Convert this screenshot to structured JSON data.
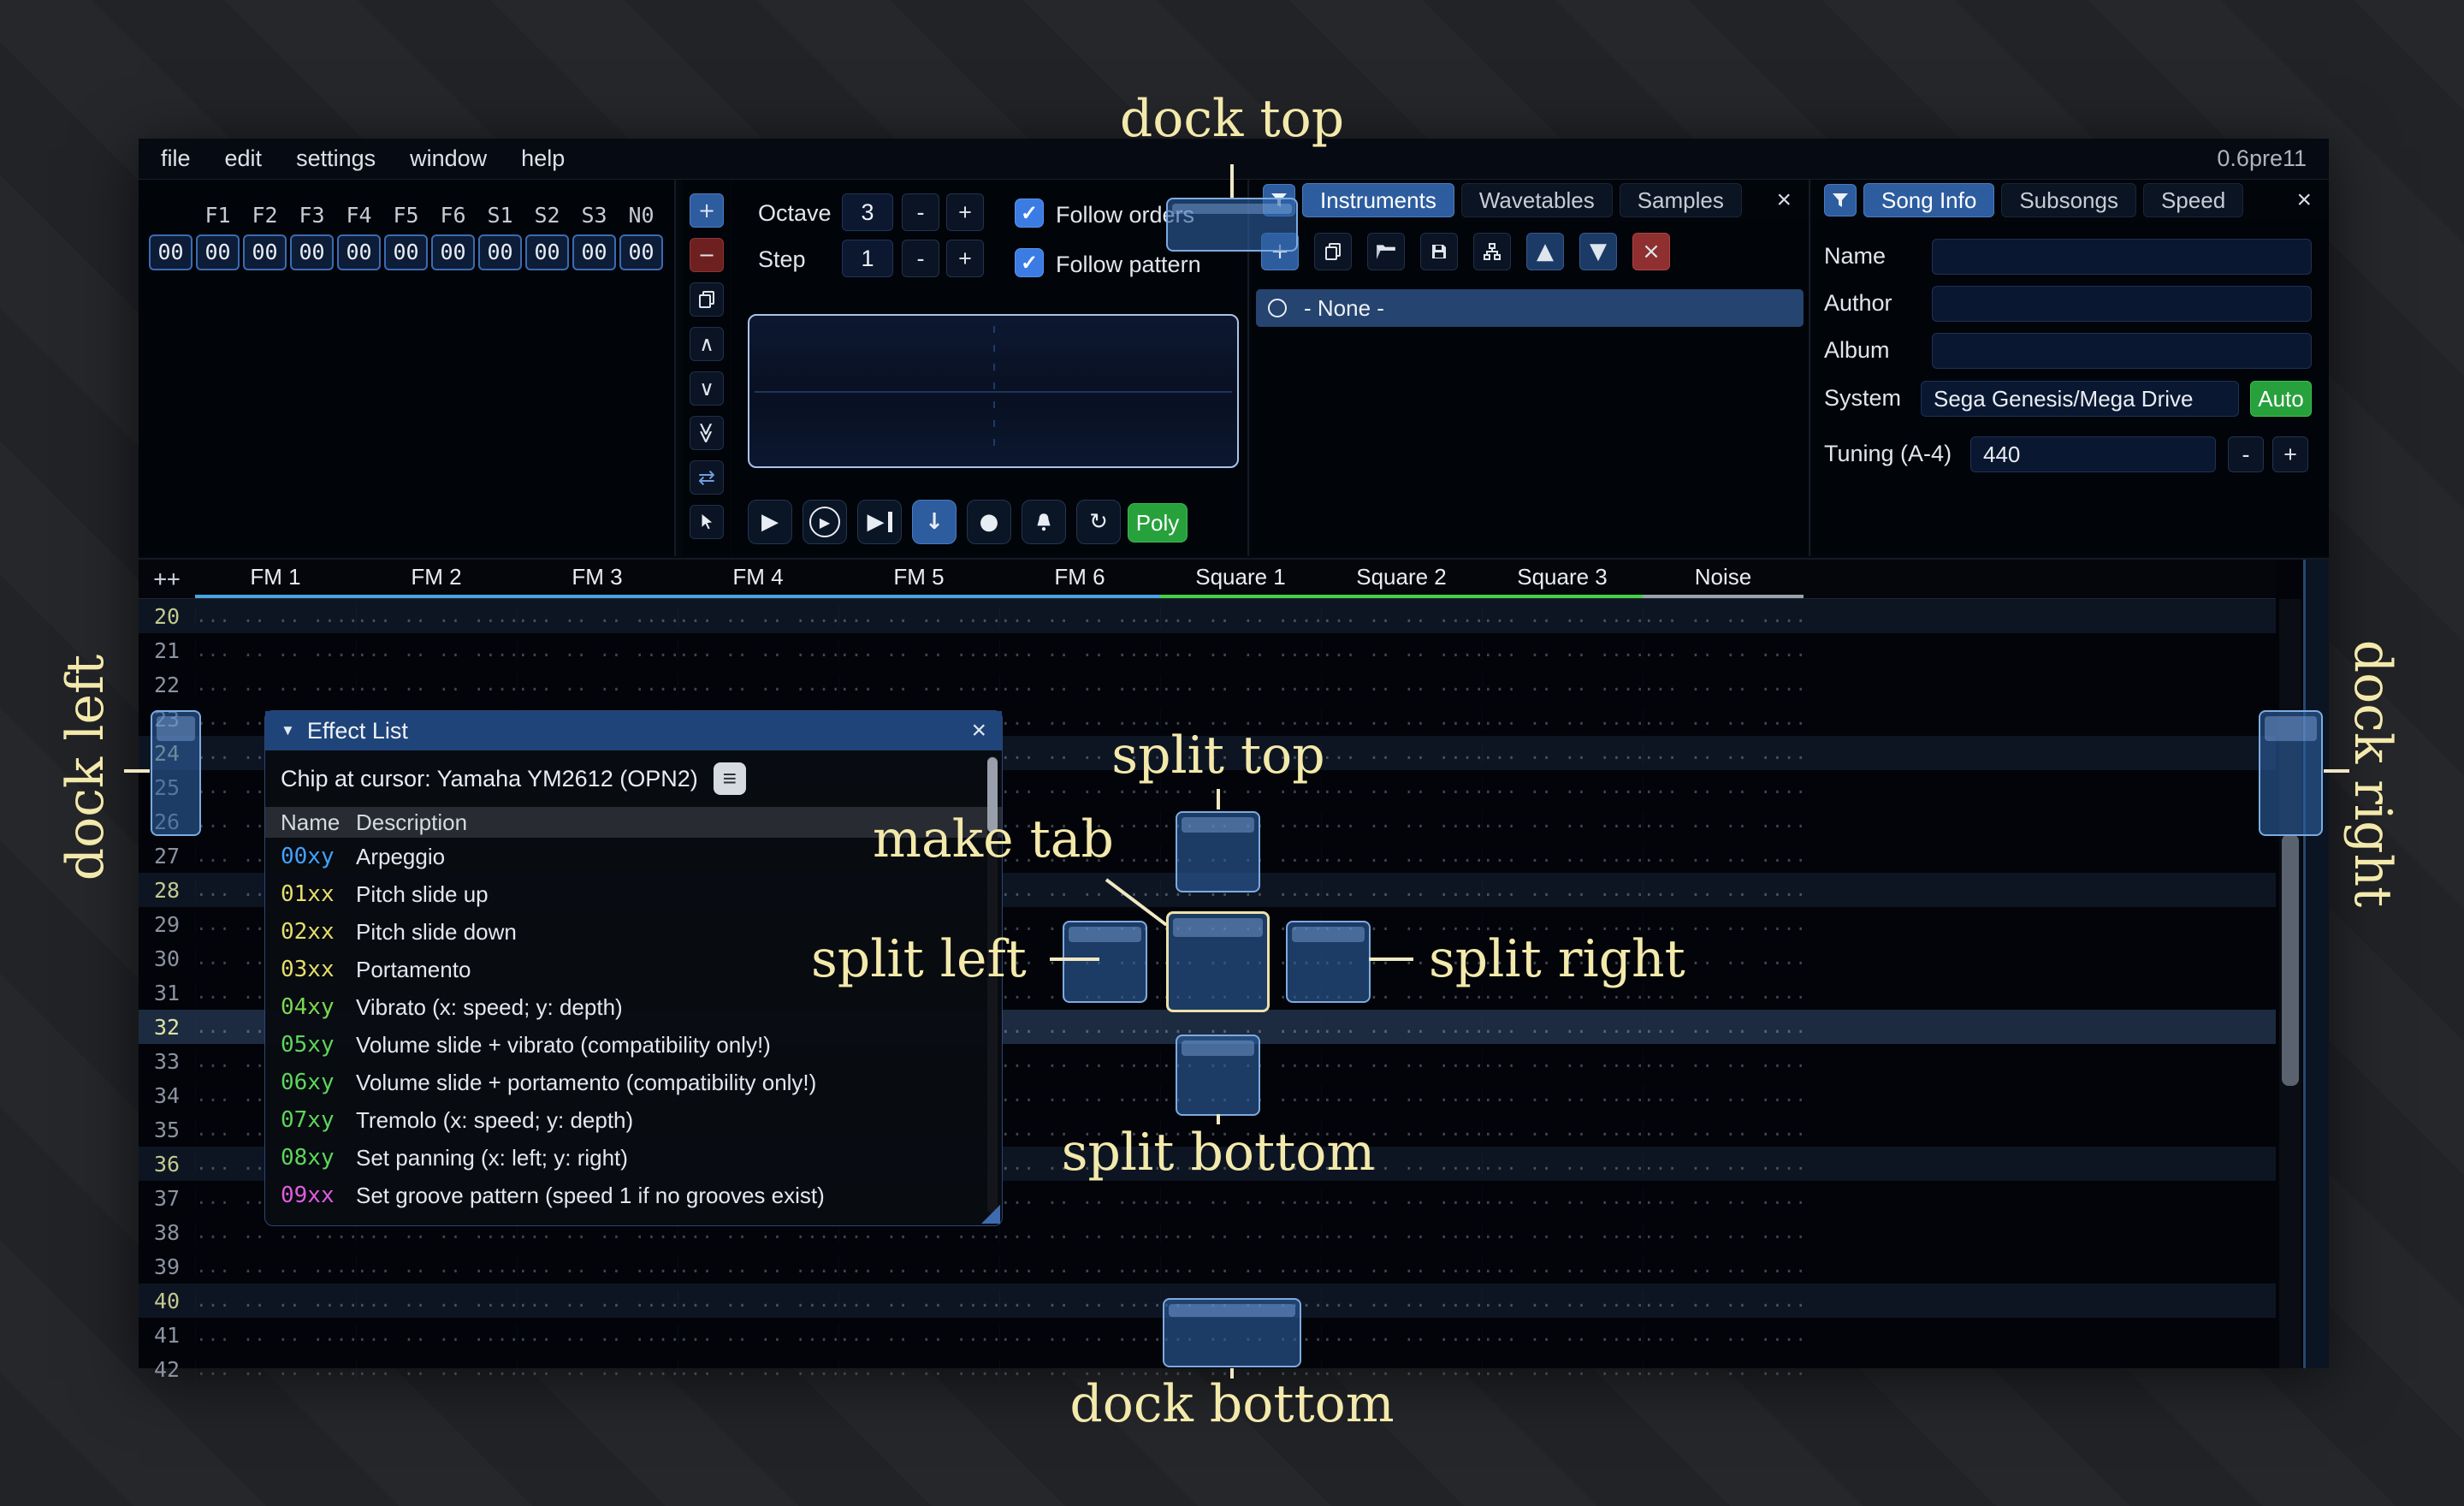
{
  "menu": {
    "items": [
      "file",
      "edit",
      "settings",
      "window",
      "help"
    ],
    "version": "0.6pre11"
  },
  "icons": {
    "add": "+",
    "remove": "−",
    "minus": "-",
    "plus": "+",
    "chevron_up": "∧",
    "chevron_down": "∨",
    "double_chevron": "≫",
    "swap": "⇄",
    "close": "×",
    "check": "✓",
    "play": "▶",
    "step_arrow": "↓",
    "record": "●",
    "repeat": "↻",
    "hamburger": "≡",
    "collapse": "▼",
    "up": "▲",
    "down": "▼"
  },
  "orders": {
    "index_value": "00",
    "channel_headers": [
      "F1",
      "F2",
      "F3",
      "F4",
      "F5",
      "F6",
      "S1",
      "S2",
      "S3",
      "N0"
    ],
    "row_values": [
      "00",
      "00",
      "00",
      "00",
      "00",
      "00",
      "00",
      "00",
      "00",
      "00"
    ]
  },
  "controls": {
    "octave_label": "Octave",
    "octave_value": "3",
    "step_label": "Step",
    "step_value": "1",
    "follow_orders": "Follow orders",
    "follow_pattern": "Follow pattern",
    "poly": "Poly"
  },
  "instruments": {
    "tabs": [
      "Instruments",
      "Wavetables",
      "Samples"
    ],
    "none_label": "- None -"
  },
  "song_info": {
    "tabs": [
      "Song Info",
      "Subsongs",
      "Speed"
    ],
    "name_label": "Name",
    "author_label": "Author",
    "album_label": "Album",
    "system_label": "System",
    "system_value": "Sega Genesis/Mega Drive",
    "auto_label": "Auto",
    "tuning_label": "Tuning (A-4)",
    "tuning_value": "440"
  },
  "pattern": {
    "corner": "++",
    "row_start": 20,
    "row_end": 42,
    "cursor_row": 32,
    "empty_cell": "... .. .. ....",
    "type_colors": {
      "fm": "#4aa3e2",
      "square": "#45d045",
      "noise": "#9aa2ac"
    },
    "channels": [
      {
        "name": "FM 1",
        "type": "fm"
      },
      {
        "name": "FM 2",
        "type": "fm"
      },
      {
        "name": "FM 3",
        "type": "fm"
      },
      {
        "name": "FM 4",
        "type": "fm"
      },
      {
        "name": "FM 5",
        "type": "fm"
      },
      {
        "name": "FM 6",
        "type": "fm"
      },
      {
        "name": "Square 1",
        "type": "square"
      },
      {
        "name": "Square 2",
        "type": "square"
      },
      {
        "name": "Square 3",
        "type": "square"
      },
      {
        "name": "Noise",
        "type": "noise"
      }
    ]
  },
  "effect_list": {
    "title": "Effect List",
    "chip_line": "Chip at cursor: Yamaha YM2612 (OPN2)",
    "col_name": "Name",
    "col_desc": "Description",
    "rows": [
      {
        "code": "00xy",
        "color": "#41a2ff",
        "desc": "Arpeggio"
      },
      {
        "code": "01xx",
        "color": "#e7de6a",
        "desc": "Pitch slide up"
      },
      {
        "code": "02xx",
        "color": "#e7de6a",
        "desc": "Pitch slide down"
      },
      {
        "code": "03xx",
        "color": "#e7de6a",
        "desc": "Portamento"
      },
      {
        "code": "04xy",
        "color": "#79d952",
        "desc": "Vibrato (x: speed; y: depth)"
      },
      {
        "code": "05xy",
        "color": "#5cd65c",
        "desc": "Volume slide + vibrato (compatibility only!)"
      },
      {
        "code": "06xy",
        "color": "#5cd65c",
        "desc": "Volume slide + portamento (compatibility only!)"
      },
      {
        "code": "07xy",
        "color": "#5cd65c",
        "desc": "Tremolo (x: speed; y: depth)"
      },
      {
        "code": "08xy",
        "color": "#5cd65c",
        "desc": "Set panning (x: left; y: right)"
      },
      {
        "code": "09xx",
        "color": "#e05ce0",
        "desc": "Set groove pattern (speed 1 if no grooves exist)"
      }
    ]
  },
  "overlay": {
    "dock_top": "dock top",
    "dock_bottom": "dock bottom",
    "dock_left": "dock left",
    "dock_right": "dock right",
    "split_top": "split top",
    "split_bottom": "split bottom",
    "split_left": "split left",
    "split_right": "split right",
    "make_tab": "make tab"
  }
}
